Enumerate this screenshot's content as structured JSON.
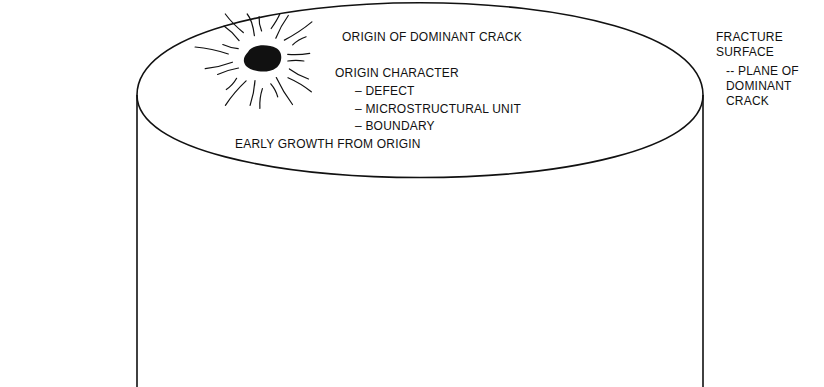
{
  "diagram": {
    "labels": [
      "ORIGIN OF DOMINANT CRACK",
      "ORIGIN CHARACTER",
      "– DEFECT",
      "– MICROSTRUCTURAL UNIT",
      "– BOUNDARY",
      "EARLY GROWTH FROM ORIGIN",
      "FRACTURE SURFACE",
      "-- PLANE OF DOMINANT CRACK"
    ]
  }
}
